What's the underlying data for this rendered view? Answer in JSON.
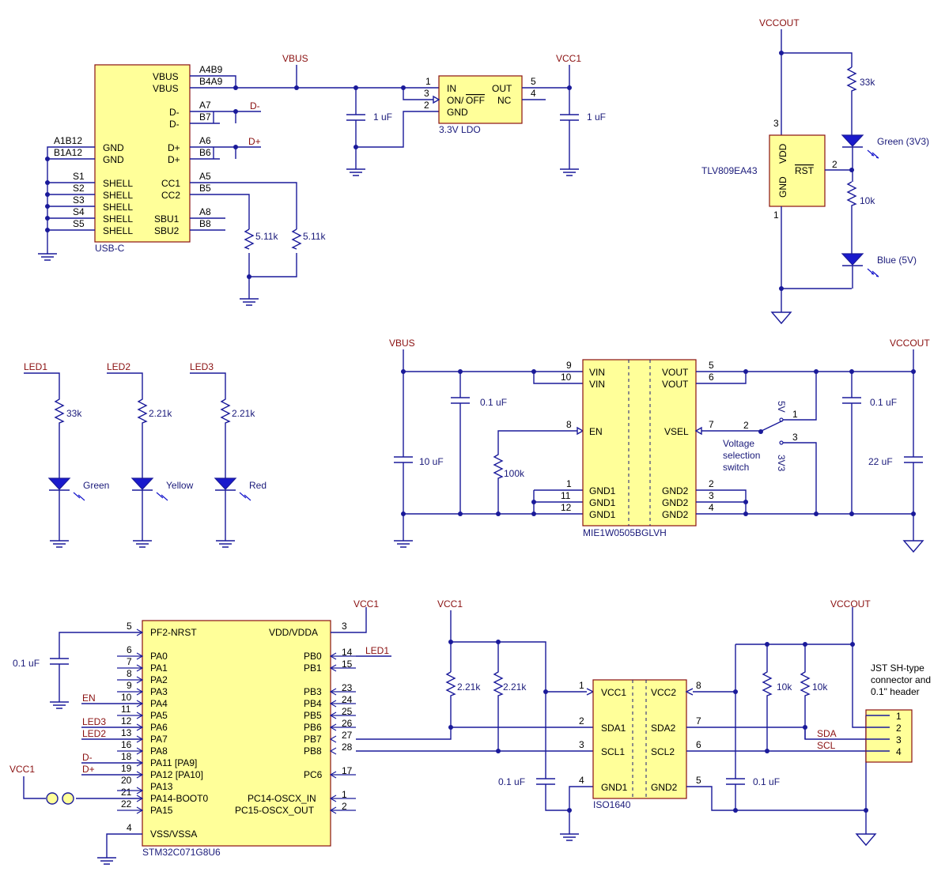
{
  "nets": {
    "vbus": "VBUS",
    "vcc1": "VCC1",
    "vccout": "VCCOUT",
    "led1": "LED1",
    "led2": "LED2",
    "led3": "LED3",
    "d_minus": "D-",
    "d_plus": "D+",
    "en": "EN",
    "sda": "SDA",
    "scl": "SCL"
  },
  "usb": {
    "name": "USB-C",
    "pins_left": [
      "GND",
      "GND",
      "SHELL",
      "SHELL",
      "SHELL",
      "SHELL",
      "SHELL"
    ],
    "pins_right": [
      "VBUS",
      "VBUS",
      "D-",
      "D-",
      "D+",
      "D+",
      "CC1",
      "CC2",
      "SBU1",
      "SBU2"
    ],
    "left_numbers": [
      "A1B12",
      "B1A12",
      "S1",
      "S2",
      "S3",
      "S4",
      "S5"
    ],
    "right_numbers": [
      "A4B9",
      "B4A9",
      "A7",
      "B7",
      "A6",
      "B6",
      "A5",
      "B5",
      "A8",
      "B8"
    ],
    "cc_resistors": [
      "5.11k",
      "5.11k"
    ]
  },
  "ldo": {
    "name": "3.3V LDO",
    "pin_in": "IN",
    "pin_on": "ON/",
    "pin_off": "OFF",
    "pin_gnd": "GND",
    "pin_out": "OUT",
    "pin_nc": "NC",
    "pin_numbers": [
      "1",
      "3",
      "2",
      "5",
      "4"
    ],
    "cap_in": "1 uF",
    "cap_out": "1 uF"
  },
  "supervisor": {
    "name": "TLV809EA43",
    "pin_gnd": "GND",
    "pin_vdd": "VDD",
    "pin_rst": "RST",
    "pin_numbers": [
      "3",
      "2",
      "1"
    ],
    "r_top": "33k",
    "r_mid": "10k",
    "led_top": "Green (3V3)",
    "led_bottom": "Blue (5V)"
  },
  "leds": [
    {
      "net": "LED1",
      "resistor": "33k",
      "color": "Green"
    },
    {
      "net": "LED2",
      "resistor": "2.21k",
      "color": "Yellow"
    },
    {
      "net": "LED3",
      "resistor": "2.21k",
      "color": "Red"
    }
  ],
  "converter": {
    "name": "MIE1W0505BGLVH",
    "left_pins": [
      "VIN",
      "VIN",
      "EN",
      "GND1",
      "GND1",
      "GND1"
    ],
    "left_numbers": [
      "9",
      "10",
      "8",
      "1",
      "11",
      "12"
    ],
    "right_pins": [
      "VOUT",
      "VOUT",
      "VSEL",
      "GND2",
      "GND2",
      "GND2"
    ],
    "right_numbers": [
      "5",
      "6",
      "7",
      "2",
      "3",
      "4"
    ],
    "cap_10": "10 uF",
    "cap_in": "0.1 uF",
    "r_en": "100k",
    "cap_out1": "0.1 uF",
    "cap_out2": "22 uF",
    "switch_label_1": "Voltage",
    "switch_label_2": "selection",
    "switch_label_3": "switch",
    "switch_5v": "5V",
    "switch_3v3": "3V3",
    "switch_pins": [
      "1",
      "2",
      "3"
    ]
  },
  "mcu": {
    "name": "STM32C071G8U6",
    "left_pins": [
      "PF2-NRST",
      "PA0",
      "PA1",
      "PA2",
      "PA3",
      "PA4",
      "PA5",
      "PA6",
      "PA7",
      "PA8",
      "PA11 [PA9]",
      "PA12 [PA10]",
      "PA13",
      "PA14-BOOT0",
      "PA15",
      "VSS/VSSA"
    ],
    "left_numbers": [
      "5",
      "6",
      "7",
      "8",
      "9",
      "10",
      "11",
      "12",
      "13",
      "16",
      "18",
      "19",
      "20",
      "21",
      "22",
      "4"
    ],
    "right_pins": [
      "VDD/VDDA",
      "PB0",
      "PB1",
      "PB3",
      "PB4",
      "PB5",
      "PB6",
      "PB7",
      "PB8",
      "PC6",
      "PC14-OSCX_IN",
      "PC15-OSCX_OUT"
    ],
    "right_numbers": [
      "3",
      "14",
      "15",
      "23",
      "24",
      "25",
      "26",
      "27",
      "28",
      "17",
      "1",
      "2"
    ],
    "cap": "0.1 uF",
    "vcc1_boot": "VCC1"
  },
  "isolator": {
    "name": "ISO1640",
    "left_pins": [
      "VCC1",
      "SDA1",
      "SCL1",
      "GND1"
    ],
    "left_numbers": [
      "1",
      "2",
      "3",
      "4"
    ],
    "right_pins": [
      "VCC2",
      "SDA2",
      "SCL2",
      "GND2"
    ],
    "right_numbers": [
      "8",
      "7",
      "6",
      "5"
    ],
    "r1": "2.21k",
    "r2": "2.21k",
    "r3": "10k",
    "r4": "10k",
    "cap1": "0.1 uF",
    "cap2": "0.1 uF"
  },
  "header": {
    "label_1": "JST SH-type",
    "label_2": "connector and",
    "label_3": "0.1\" header",
    "pins": [
      "1",
      "2",
      "3",
      "4"
    ]
  },
  "colors": {
    "wire": "#1a1a9a",
    "body": "#ffff99",
    "outline": "#8a1010",
    "led": "#1a1acc"
  }
}
